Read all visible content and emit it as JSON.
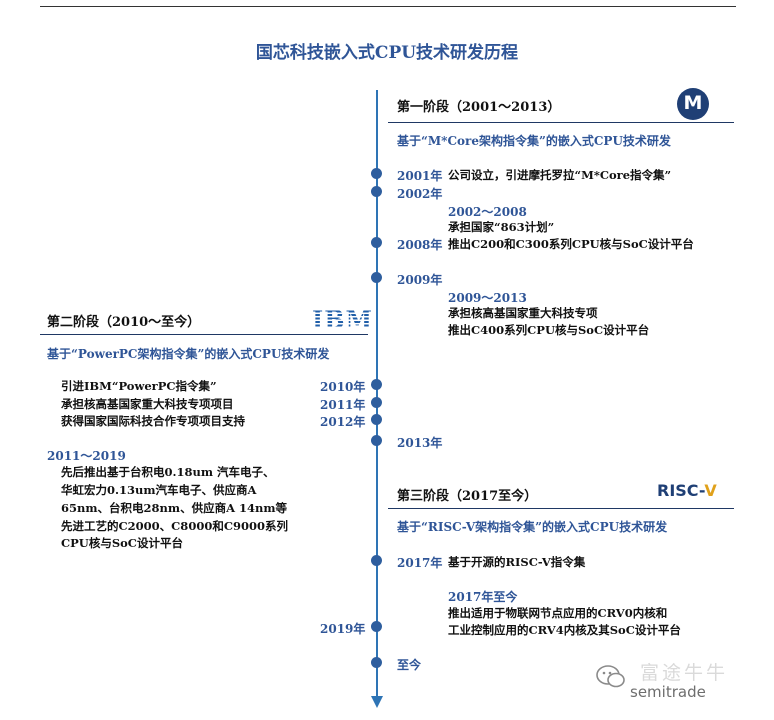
{
  "title": "国芯科技嵌入式CPU技术研发历程",
  "colors": {
    "accent": "#2F5597",
    "axis": "#2E74B5",
    "dot": "#2E5E9E",
    "risc_v_gold": "#E0A11B"
  },
  "stage1": {
    "heading": "第一阶段（2001～2013）",
    "subtitle": "基于“M*Core架构指令集”的嵌入式CPU技术研发",
    "logo": "motorola-logo",
    "y2001": "2001年",
    "t2001": "公司设立，引进摩托罗拉“M*Core指令集”",
    "y2002": "2002年",
    "r2002": "2002～2008",
    "t2002": "承担国家“863计划”",
    "y2008": "2008年",
    "t2008": "推出C200和C300系列CPU核与SoC设计平台",
    "y2009": "2009年",
    "r2009": "2009～2013",
    "t2009a": "承担核高基国家重大科技专项",
    "t2009b": "推出C400系列CPU核与SoC设计平台",
    "y2013": "2013年"
  },
  "stage2": {
    "heading": "第二阶段（2010～至今）",
    "subtitle": "基于“PowerPC架构指令集”的嵌入式CPU技术研发",
    "logo_text": "IBM",
    "y2010": "2010年",
    "t2010": "引进IBM“PowerPC指令集”",
    "y2011": "2011年",
    "t2011": "承担核高基国家重大科技专项项目",
    "y2012": "2012年",
    "t2012": "获得国家国际科技合作专项项目支持",
    "range": "2011～2019",
    "lines": [
      "先后推出基于台积电0.18um 汽车电子、",
      "华虹宏力0.13um汽车电子、供应商A",
      "65nm、台积电28nm、供应商A 14nm等",
      "先进工艺的C2000、C8000和C9000系列",
      "CPU核与SoC设计平台"
    ],
    "y2019": "2019年"
  },
  "stage3": {
    "heading": "第三阶段（2017至今）",
    "subtitle": "基于“RISC-V架构指令集”的嵌入式CPU技术研发",
    "logo_r": "RISC-",
    "logo_v": "V",
    "y2017": "2017年",
    "t2017": "基于开源的RISC-V指令集",
    "r2017": "2017年至今",
    "t2017a": "推出适用于物联网节点应用的CRV0内核和",
    "t2017b": "工业控制应用的CRV4内核及其SoC设计平台",
    "now": "至今"
  },
  "watermark": {
    "text": "semitrade",
    "cn": "富途牛牛"
  }
}
